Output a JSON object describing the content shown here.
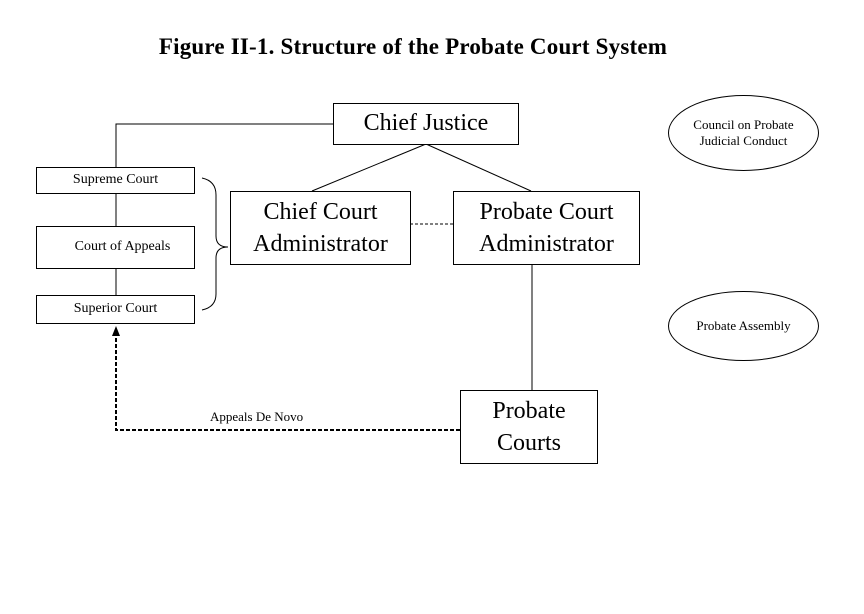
{
  "title": "Figure II-1. Structure of the Probate Court System",
  "nodes": {
    "chief_justice": "Chief Justice",
    "supreme_court": "Supreme Court",
    "court_of_appeals": "Court of Appeals",
    "superior_court": "Superior Court",
    "chief_court_administrator": [
      "Chief Court",
      "Administrator"
    ],
    "probate_court_administrator": [
      "Probate Court",
      "Administrator"
    ],
    "probate_courts": [
      "Probate",
      "Courts"
    ],
    "council": [
      "Council on Probate",
      "Judicial Conduct"
    ],
    "probate_assembly": "Probate Assembly"
  },
  "edges": {
    "appeals_label": "Appeals De Novo"
  }
}
